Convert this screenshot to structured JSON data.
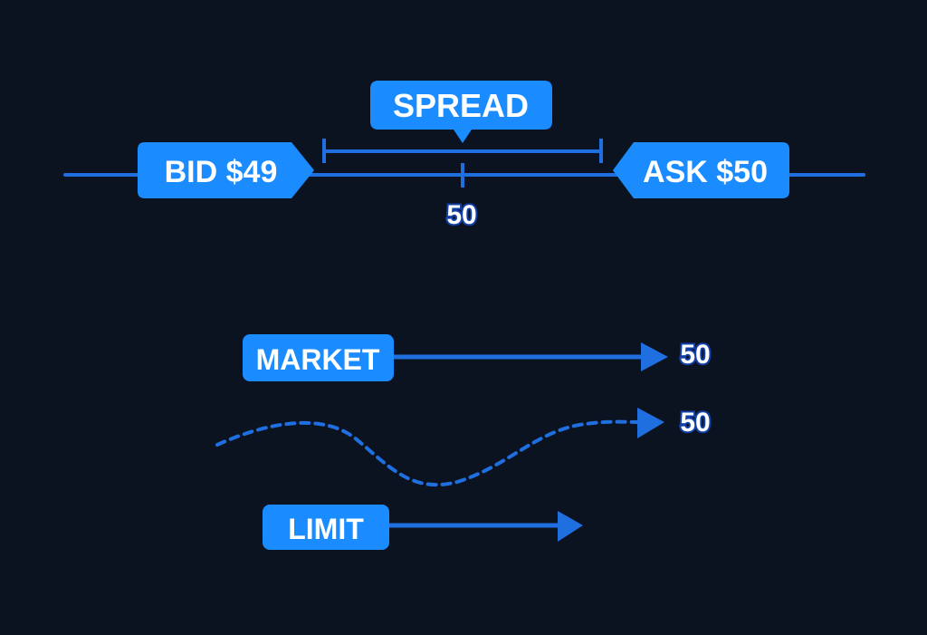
{
  "colors": {
    "background": "#0b1220",
    "accent": "#1a8cff",
    "line": "#1f6fe0",
    "label_text": "#ffffff",
    "value_text": "#ffffff",
    "value_outline": "#1240a8"
  },
  "spread": {
    "label": "SPREAD",
    "bid_label": "BID $49",
    "ask_label": "ASK $50",
    "mid_value": "50"
  },
  "orders": {
    "market": {
      "label": "MARKET",
      "fill_price": "50"
    },
    "dashed_fill_price": "50",
    "limit": {
      "label": "LIMIT"
    }
  }
}
